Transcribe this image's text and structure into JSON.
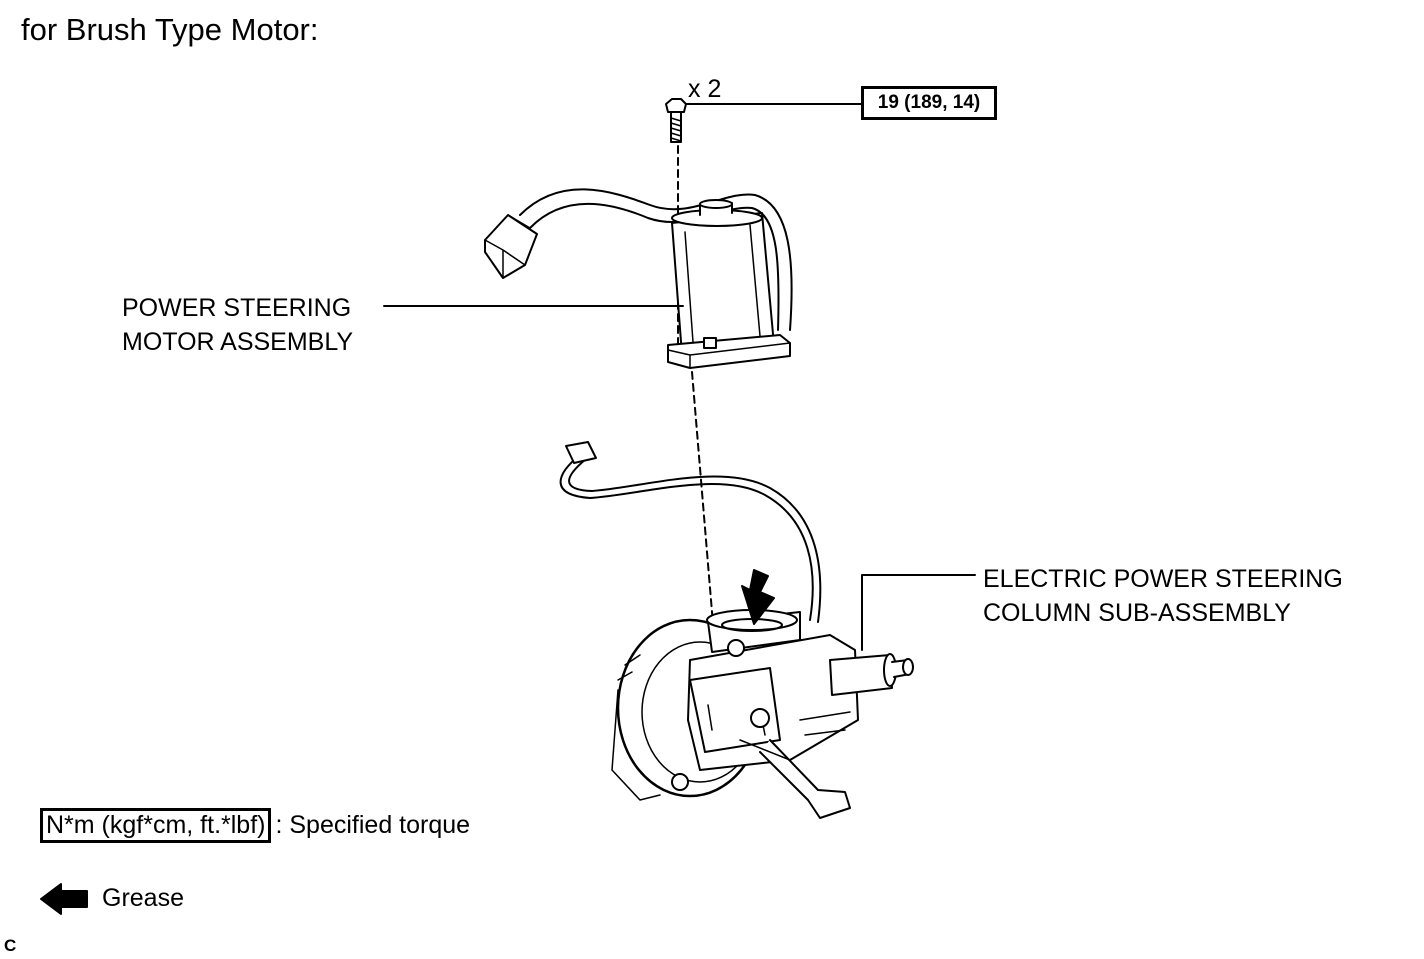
{
  "heading": "for Brush Type Motor:",
  "bolt": {
    "quantity": "x 2",
    "torque": "19 (189, 14)"
  },
  "motor_label": [
    "POWER STEERING",
    "MOTOR ASSEMBLY"
  ],
  "column_label": [
    "ELECTRIC POWER STEERING",
    "COLUMN SUB-ASSEMBLY"
  ],
  "legend": {
    "torque_units": "N*m (kgf*cm, ft.*lbf)",
    "torque_text": ": Specified torque",
    "grease_text": "Grease"
  },
  "corner_code": "C"
}
